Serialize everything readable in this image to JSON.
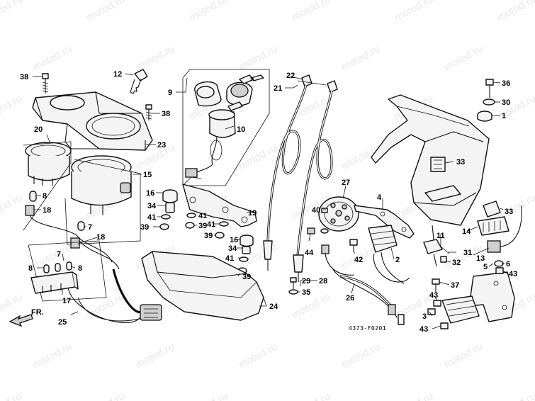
{
  "diagram": {
    "code": "4373-F0201",
    "front_marker": "FR.",
    "watermark": "motod.ru",
    "callouts": {
      "c38a": "38",
      "c38b": "38",
      "c12": "12",
      "c9": "9",
      "c22": "22",
      "c21": "21",
      "c36": "36",
      "c30": "30",
      "c1": "1",
      "c20": "20",
      "c23": "23",
      "c10": "10",
      "c15": "15",
      "c8a": "8",
      "c18a": "18",
      "c7a": "7",
      "c16a": "16",
      "c34a": "34",
      "c41a": "41",
      "c39a": "39",
      "c19": "19",
      "c41b": "41",
      "c39b": "39",
      "c41c": "41",
      "c39c": "39",
      "c16b": "16",
      "c34b": "34",
      "c41d": "41",
      "c39d": "39",
      "c18b": "18",
      "c7b": "7",
      "c8b": "8",
      "c8c": "8",
      "c17": "17",
      "c25": "25",
      "c24": "24",
      "c27": "27",
      "c40": "40",
      "c4": "4",
      "c33a": "33",
      "c33b": "33",
      "c14": "14",
      "c11": "11",
      "c13": "13",
      "c31": "31",
      "c32": "32",
      "c44": "44",
      "c42": "42",
      "c2": "2",
      "c29": "29",
      "c28": "28",
      "c35": "35",
      "c26": "26",
      "c5": "5",
      "c6": "6",
      "c43a": "43",
      "c37": "37",
      "c43b": "43",
      "c3": "3",
      "c43c": "43"
    }
  }
}
